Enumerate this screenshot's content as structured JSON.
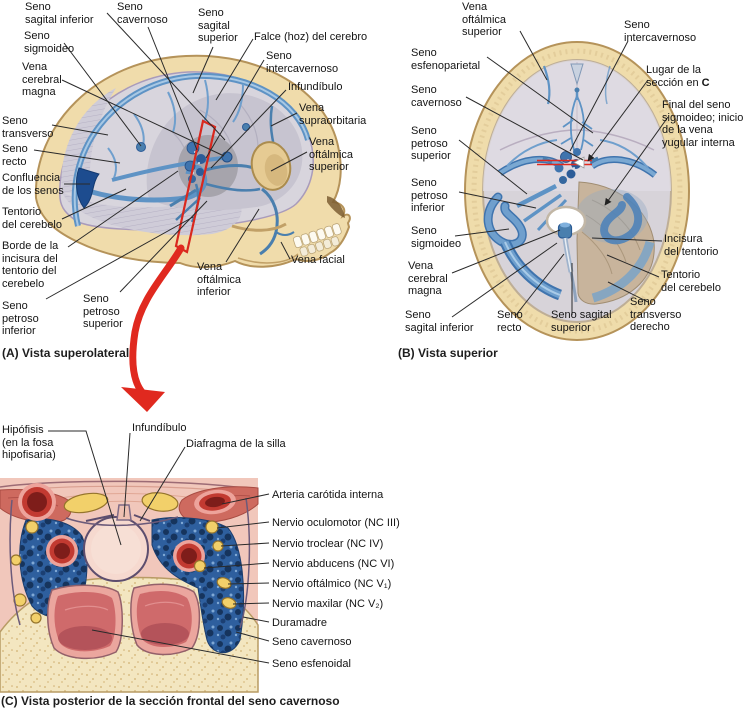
{
  "panelA": {
    "caption": "(A) Vista superolateral",
    "labels": [
      {
        "text": "Seno\nsagital inferior"
      },
      {
        "text": "Seno\ncavernoso"
      },
      {
        "text": "Seno\nsagital\nsuperior"
      },
      {
        "text": "Falce (hoz) del cerebro"
      },
      {
        "text": "Seno\nintercavernoso"
      },
      {
        "text": "Seno\nsigmoideo"
      },
      {
        "text": "Vena\ncerebral\nmagna"
      },
      {
        "text": "Infundíbulo"
      },
      {
        "text": "Vena\nsupraorbitaria"
      },
      {
        "text": "Seno\ntransverso"
      },
      {
        "text": "Vena\noftálmica\nsuperior"
      },
      {
        "text": "Seno\nrecto"
      },
      {
        "text": "Confluencia\nde los senos"
      },
      {
        "text": "Tentorio\ndel cerebelo"
      },
      {
        "text": "Borde de la\nincisura del\ntentorio del\ncerebelo"
      },
      {
        "text": "Vena facial"
      },
      {
        "text": "Vena\noftálmica\ninferior"
      },
      {
        "text": "Seno\npetroso\nsuperior"
      },
      {
        "text": "Seno\npetroso\ninferior"
      }
    ]
  },
  "panelB": {
    "caption": "(B) Vista superior",
    "labels": [
      {
        "text": "Vena\noftálmica\nsuperior"
      },
      {
        "text": "Seno\nintercavernoso"
      },
      {
        "text": "Seno\nesfenoparietal"
      },
      {
        "text": "Lugar de la\nsección en ",
        "bold": "C"
      },
      {
        "text": "Seno\ncavernoso"
      },
      {
        "text": "Final del seno\nsigmoideo; inicio\nde la vena\nyugular interna"
      },
      {
        "text": "Seno\npetroso\nsuperior"
      },
      {
        "text": "Seno\npetroso\ninferior"
      },
      {
        "text": "Seno\nsigmoideo"
      },
      {
        "text": "Vena\ncerebral\nmagna"
      },
      {
        "text": "Incisura\ndel tentorio"
      },
      {
        "text": "Tentorio\ndel cerebelo"
      },
      {
        "text": "Seno\nsagital inferior"
      },
      {
        "text": "Seno\nrecto"
      },
      {
        "text": "Seno sagital\nsuperior"
      },
      {
        "text": "Seno\ntransverso\nderecho"
      }
    ]
  },
  "panelC": {
    "caption": "(C) Vista posterior de la sección frontal del seno cavernoso",
    "labels": [
      {
        "text": "Hipófisis\n(en la fosa\nhipofisaria)"
      },
      {
        "text": "Infundíbulo"
      },
      {
        "text": "Diafragma de la silla"
      },
      {
        "text": "Arteria carótida interna"
      },
      {
        "text": "Nervio oculomotor (NC III)"
      },
      {
        "text": "Nervio troclear (NC IV)"
      },
      {
        "text": "Nervio abducens (NC VI)"
      },
      {
        "text": "Nervio oftálmico (NC V₁)"
      },
      {
        "text": "Nervio maxilar (NC V₂)"
      },
      {
        "text": "Duramadre"
      },
      {
        "text": "Seno cavernoso"
      },
      {
        "text": "Seno esfenoidal"
      }
    ]
  },
  "colors": {
    "bone": "#f0dcab",
    "bone_outline": "#b5935a",
    "dura_gray": "#d8d5dd",
    "vein_light": "#6f9fcd",
    "vein": "#5e93c5",
    "vein_dark": "#2c5c98",
    "arrow_red": "#e0291f",
    "artery_red": "#c23a31",
    "artery_lumen": "#7e1d1a",
    "nerve_yellow": "#f2d06a",
    "sinus_blue": "#2e5f9e",
    "tissue_pink": "#f1c7bb",
    "cavity_pink": "#cf6a6b",
    "leader_line": "#2a2a2a"
  }
}
